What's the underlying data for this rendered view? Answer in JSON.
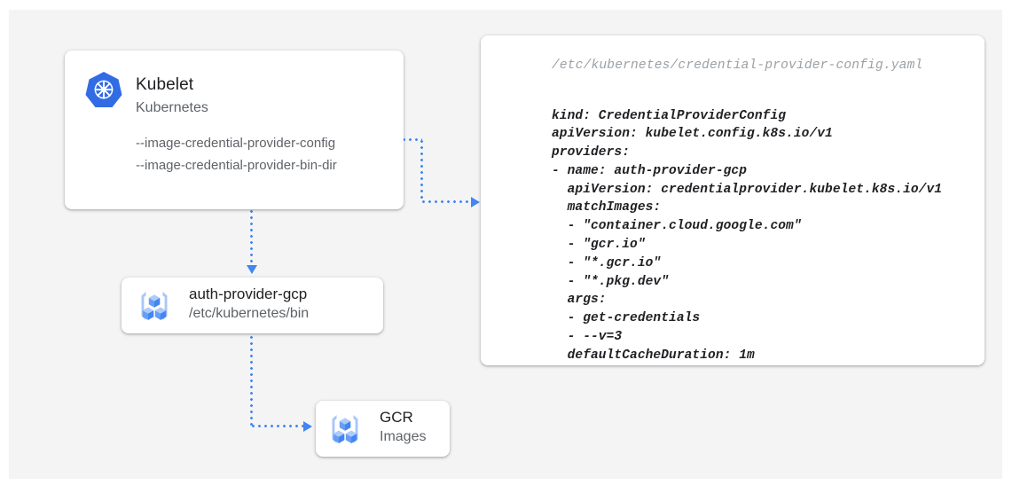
{
  "canvas": {
    "background": "#f4f4f4",
    "accent": "#4285f4"
  },
  "kubelet_card": {
    "icon": "kubernetes-logo-icon",
    "title": "Kubelet",
    "subtitle": "Kubernetes",
    "flags": [
      "--image-credential-provider-config",
      "--image-credential-provider-bin-dir"
    ]
  },
  "auth_provider_card": {
    "icon": "container-registry-icon",
    "title": "auth-provider-gcp",
    "subtitle": "/etc/kubernetes/bin"
  },
  "gcr_card": {
    "icon": "container-registry-icon",
    "title": "GCR",
    "subtitle": "Images"
  },
  "yaml_card": {
    "path": "/etc/kubernetes/credential-provider-config.yaml",
    "content": "kind: CredentialProviderConfig\napiVersion: kubelet.config.k8s.io/v1\nproviders:\n- name: auth-provider-gcp\n  apiVersion: credentialprovider.kubelet.k8s.io/v1\n  matchImages:\n  - \"container.cloud.google.com\"\n  - \"gcr.io\"\n  - \"*.gcr.io\"\n  - \"*.pkg.dev\"\n  args:\n  - get-credentials\n  - --v=3\n  defaultCacheDuration: 1m"
  },
  "connectors": [
    {
      "name": "kubelet-to-yaml",
      "style": "dotted",
      "color": "#4285f4"
    },
    {
      "name": "kubelet-to-auth-provider",
      "style": "dotted",
      "color": "#4285f4"
    },
    {
      "name": "auth-provider-to-gcr",
      "style": "dotted",
      "color": "#4285f4"
    }
  ]
}
